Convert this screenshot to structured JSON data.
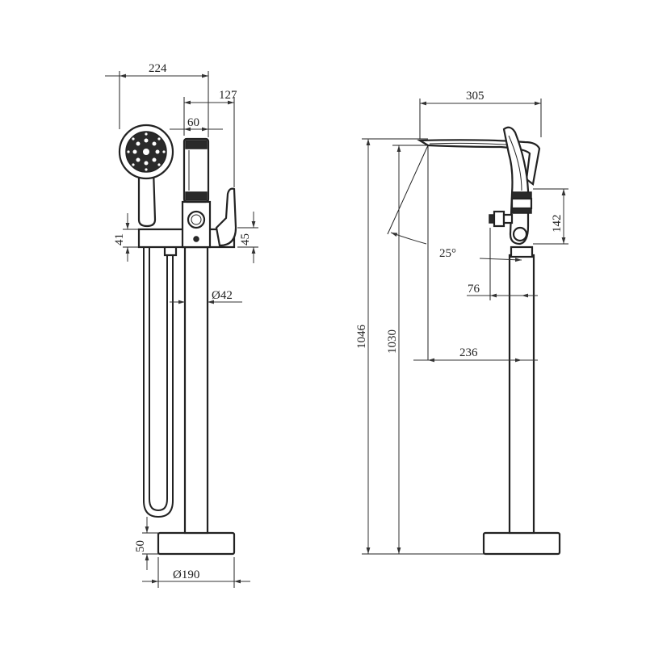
{
  "front_view": {
    "dim_width_total": "224",
    "dim_handle_offset": "127",
    "dim_body_width": "60",
    "dim_lower_height": "41",
    "dim_upper_height": "45",
    "dim_pipe_diameter": "Ø42",
    "dim_base_height": "50",
    "dim_base_diameter": "Ø190"
  },
  "side_view": {
    "dim_spout_reach": "305",
    "dim_handle_height": "142",
    "dim_spout_angle": "25°",
    "dim_pipe_offset": "76",
    "dim_spout_projection": "236",
    "dim_total_height": "1046",
    "dim_spout_height": "1030"
  }
}
